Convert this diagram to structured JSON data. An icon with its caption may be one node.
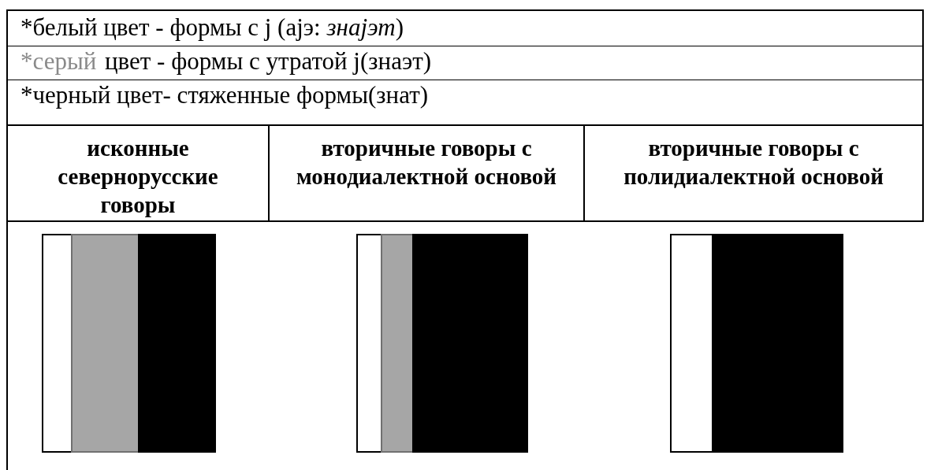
{
  "diagram": {
    "labels": [
      "*белый цвет - формы с j (аjэ: *знаjэт*)",
      "*серый",
      "цвет - формы с утратой j(знаэт)",
      "*черный цвет- стяженные формы(знат)",
      "исконные севернорусские говоры",
      "вторичные говоры с монодиалектной основой",
      "вторичные говоры с полидиалектной основой"
    ]
  }
}
